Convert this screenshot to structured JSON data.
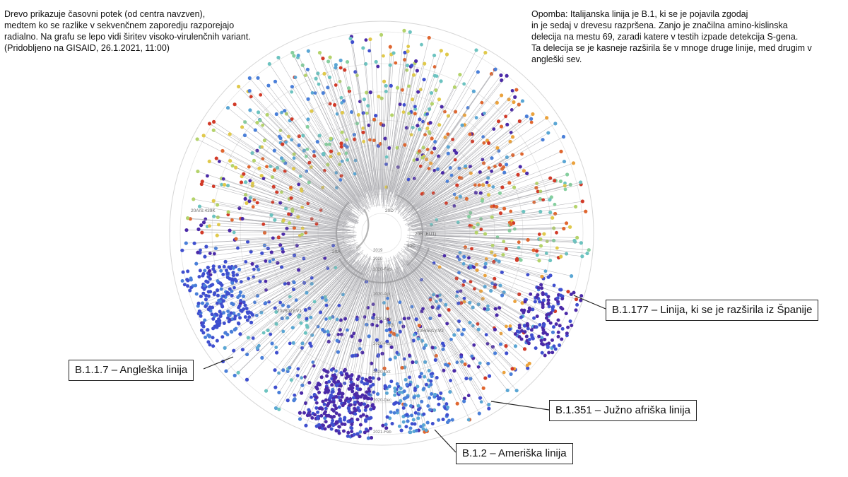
{
  "description_text": "Drevo prikazuje časovni potek (od centra navzven),\nmedtem ko se razlike v sekvenčnem zaporedju razporejajo\nradialno. Na grafu se lepo vidi širitev visoko-virulenčnih variant.\n(Pridobljeno na GISAID, 26.1.2021, 11:00)",
  "remark_text": "Opomba: Italijanska linija je B.1, ki se je pojavila zgodaj\nin je sedaj v drevesu razpršena. Zanjo je značilna amino-kislinska\ndelecija na mestu 69, zaradi katere v testih izpade detekcija S-gena.\nTa delecija se je kasneje razširila še v mnoge druge linije, med drugim v\nangleški sev.",
  "callouts": {
    "b1177": "B.1.177 – Linija, ki se je razširila iz Španije",
    "b117": "B.1.1.7 – Angleška linija",
    "b1351": "B.1.351 – Južno afriška linija",
    "b12": "B.1.2 – Ameriška linija"
  },
  "time_rings": [
    "2019",
    "2020",
    "2020-Feb",
    "2020-Apr",
    "2020-Jun",
    "2020-Aug",
    "2020-Oct",
    "2020-Dec",
    "2021-Feb"
  ],
  "clade_labels": [
    "20A/S:439K",
    "20A",
    "20G",
    "20I/501Y.V1",
    "20B (EU1)",
    "20C",
    "20H/501Y.V2",
    "20D"
  ],
  "colors": {
    "branch": "#9a9aa0",
    "tip_palette": [
      "#4b2aa8",
      "#3f4fcf",
      "#4a7fd9",
      "#5aa6d4",
      "#6cc3c0",
      "#86cf9e",
      "#b4d36b",
      "#e0c94b",
      "#eba23c",
      "#e0662f",
      "#d23a28"
    ]
  }
}
